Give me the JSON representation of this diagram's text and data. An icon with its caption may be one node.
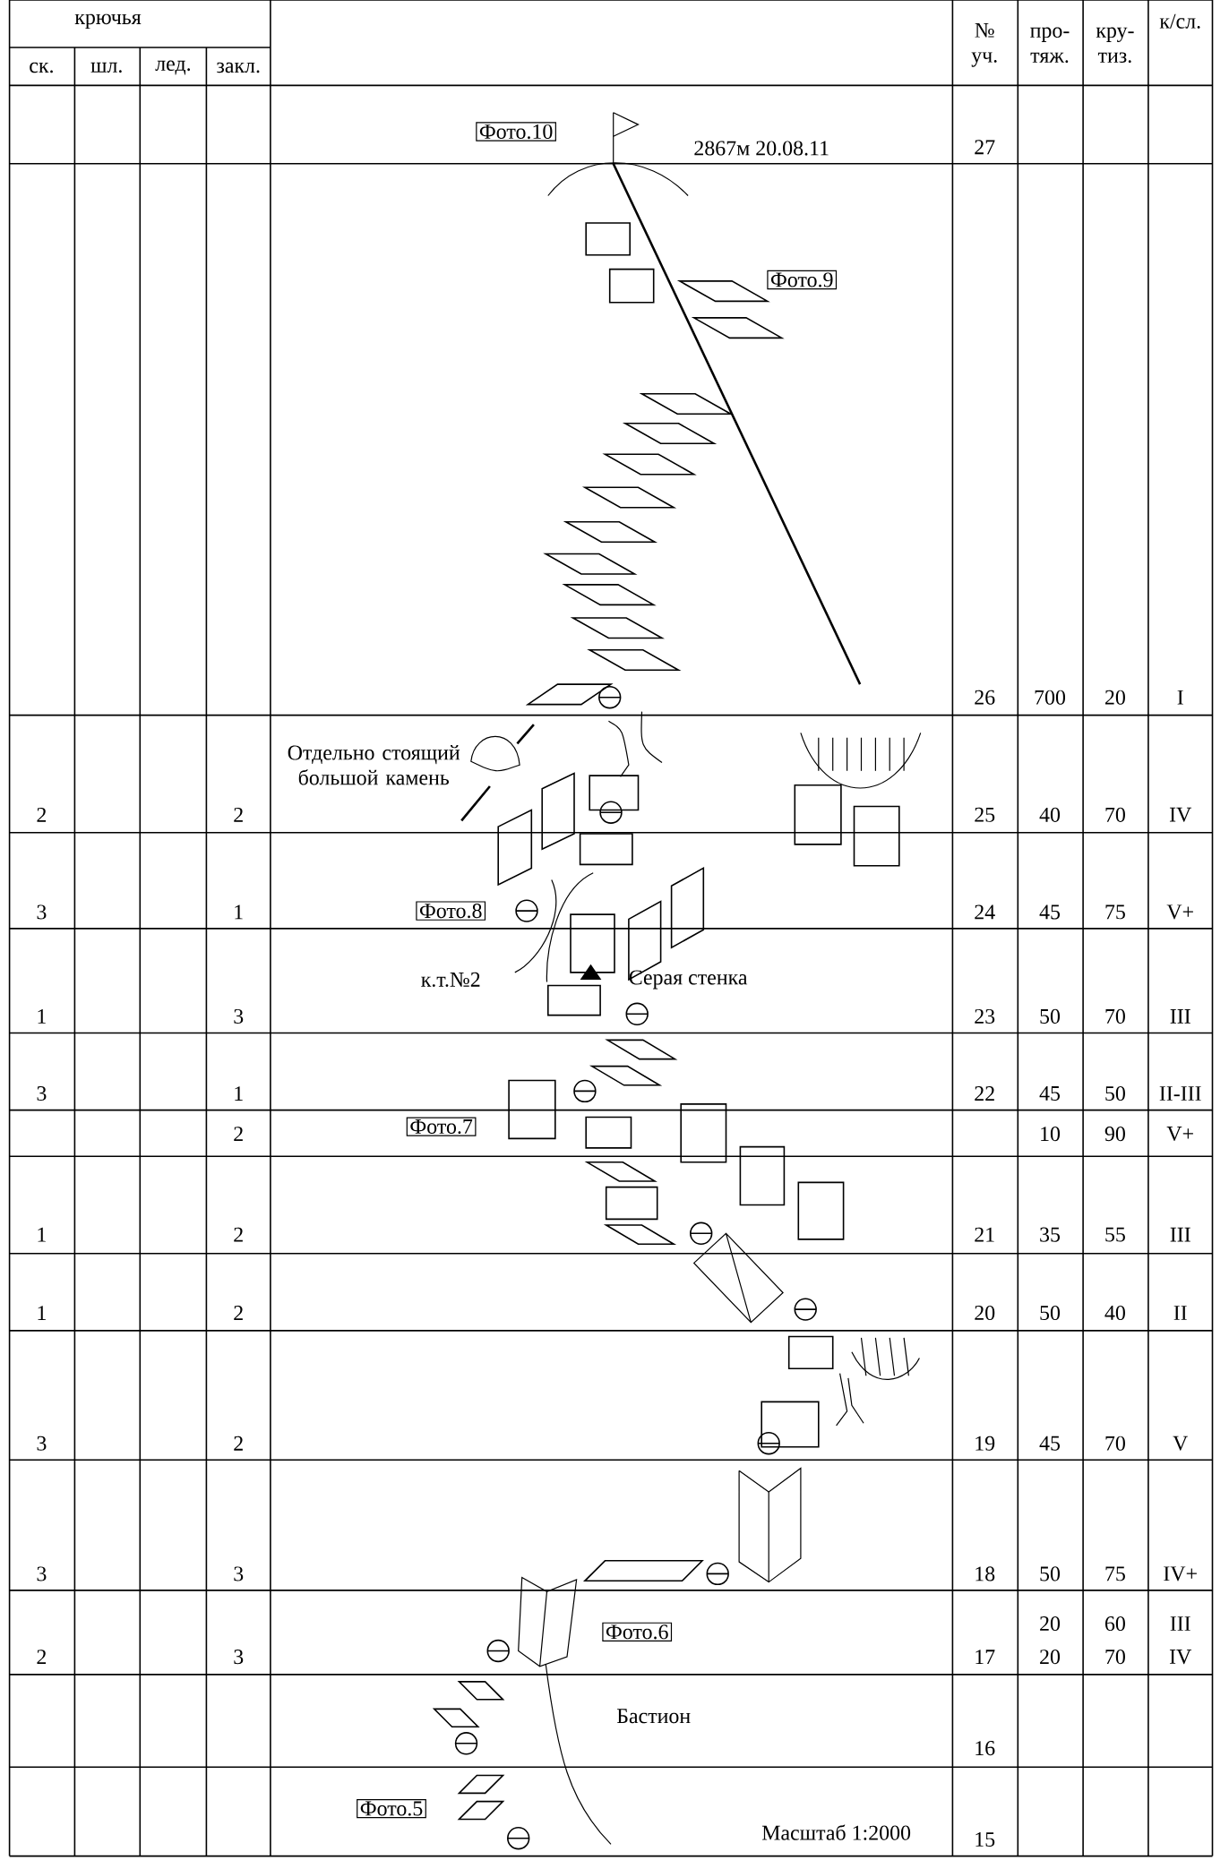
{
  "diagram": {
    "nodes": [
      {
        "text": [
          "Фото.10"
        ]
      },
      {
        "text": [
          "Фото.9"
        ]
      },
      {
        "text": [
          "Фото.8"
        ]
      },
      {
        "text": [
          "Фото.7"
        ]
      },
      {
        "text": [
          "Фото.6"
        ]
      },
      {
        "text": [
          "Фото.5"
        ]
      }
    ],
    "labels": [
      "крючья",
      "№ уч.",
      "про- тяж.",
      "кру- тиз.",
      "к/сл.",
      "ск.",
      "шл.",
      "лед.",
      "закл.",
      "2867м 20.08.11",
      "27",
      "26",
      "700",
      "20",
      "I",
      "Отдельно стоящий большой камень",
      "2",
      "2",
      "25",
      "40",
      "70",
      "IV",
      "3",
      "1",
      "24",
      "45",
      "75",
      "V+",
      "к.т.№2",
      "Серая стенка",
      "1",
      "3",
      "23",
      "50",
      "70",
      "III",
      "3",
      "1",
      "22",
      "45",
      "50",
      "II-III",
      "2",
      "10",
      "90",
      "V+",
      "1",
      "2",
      "21",
      "35",
      "55",
      "III",
      "1",
      "2",
      "20",
      "50",
      "40",
      "II",
      "3",
      "2",
      "19",
      "45",
      "70",
      "V",
      "3",
      "3",
      "18",
      "50",
      "75",
      "IV+",
      "20",
      "60",
      "III",
      "2",
      "3",
      "17",
      "20",
      "70",
      "IV",
      "Бастион",
      "16",
      "Масштаб 1:2000",
      "15"
    ]
  }
}
